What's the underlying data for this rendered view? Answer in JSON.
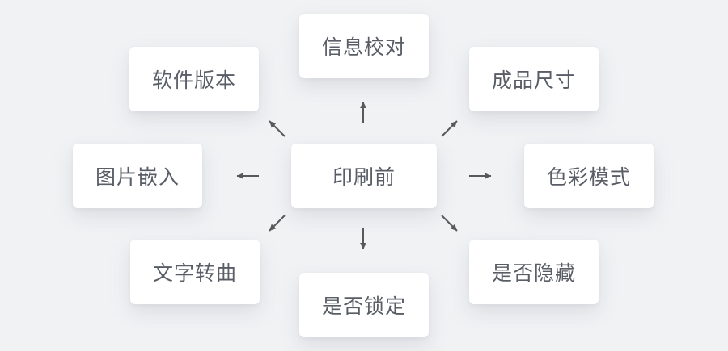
{
  "diagram": {
    "center_node": {
      "label": "印刷前"
    },
    "nodes": [
      {
        "id": "top",
        "label": "信息校对"
      },
      {
        "id": "top-left",
        "label": "软件版本"
      },
      {
        "id": "top-right",
        "label": "成品尺寸"
      },
      {
        "id": "left",
        "label": "图片嵌入"
      },
      {
        "id": "right",
        "label": "色彩模式"
      },
      {
        "id": "bottom-left",
        "label": "文字转曲"
      },
      {
        "id": "bottom",
        "label": "是否锁定"
      },
      {
        "id": "bottom-right",
        "label": "是否隐藏"
      }
    ],
    "arrow_directions": [
      "up",
      "up-left",
      "up-right",
      "left",
      "right",
      "down-left",
      "down",
      "down-right"
    ]
  },
  "colors": {
    "background": "#f1f2f4",
    "node_background": "#ffffff",
    "node_text": "#595d66",
    "arrow": "#58595b"
  }
}
